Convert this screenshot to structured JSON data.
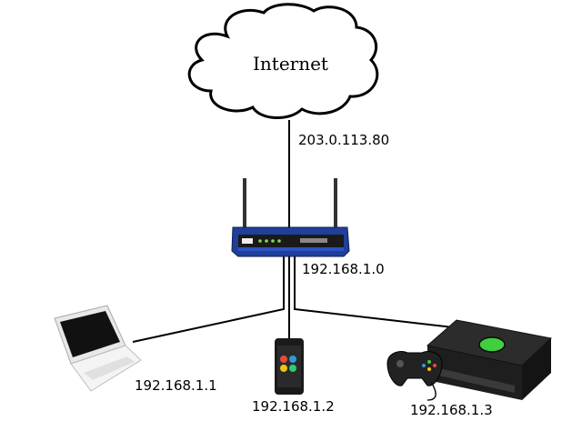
{
  "cloud": {
    "label": "Internet"
  },
  "links": {
    "wan_ip": "203.0.113.80",
    "router_ip": "192.168.1.0"
  },
  "devices": [
    {
      "name": "laptop",
      "ip": "192.168.1.1",
      "icon": "laptop-icon"
    },
    {
      "name": "phone",
      "ip": "192.168.1.2",
      "icon": "smartphone-icon"
    },
    {
      "name": "game-console",
      "ip": "192.168.1.3",
      "icon": "game-console-icon"
    }
  ],
  "router": {
    "icon": "router-icon"
  },
  "colors": {
    "router_blue": "#1f3f9a",
    "console_green": "#3fcf3f",
    "line": "#000000"
  }
}
